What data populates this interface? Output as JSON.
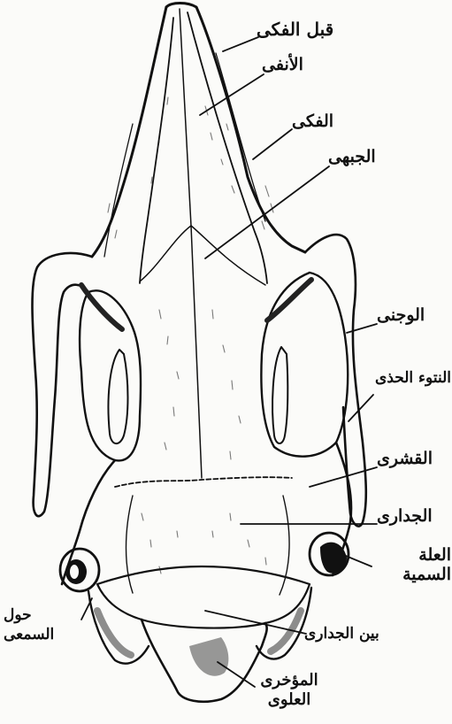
{
  "labels": {
    "premaxilla": "قبل الفكى",
    "nasal": "الأنفى",
    "maxilla": "الفكى",
    "frontal": "الجبهى",
    "jugal": "الوجنى",
    "zygomatic_process": "النتوء الحذى",
    "squamosal": "القشرى",
    "parietal": "الجدارى",
    "auditory_bulla": "العلة السمية",
    "around_ear": "حول السمعى",
    "interparietal": "بين الجدارى",
    "supraoccipital": "المؤخرى العلوى"
  }
}
